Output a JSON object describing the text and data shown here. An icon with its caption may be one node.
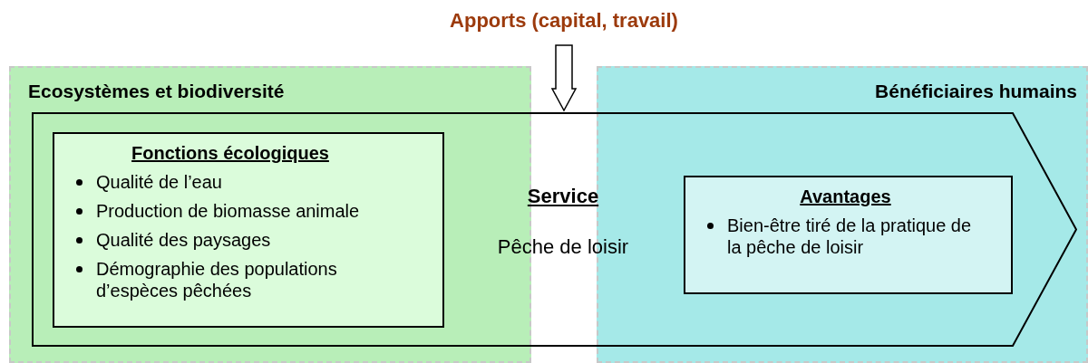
{
  "diagram": {
    "nodes": [
      {
        "text": [
          "Apports (capital, travail)"
        ]
      },
      {
        "text": [
          "Ecosystèmes et biodiversité"
        ]
      },
      {
        "text": [
          "Bénéficiaires humains"
        ]
      },
      {
        "text": [
          "Service",
          "Pêche de loisir"
        ]
      },
      {
        "text": [
          "Fonctions écologiques",
          "Qualité de l’eau",
          "Production de biomasse animale",
          "Qualité des paysages",
          "Démographie des populations d’espèces pêchées"
        ]
      },
      {
        "text": [
          "Avantages",
          "Bien-être tiré de la pratique de la pêche de loisir"
        ]
      }
    ],
    "edges": [
      {
        "from": 0,
        "to": 3,
        "arrow": "to"
      }
    ]
  }
}
